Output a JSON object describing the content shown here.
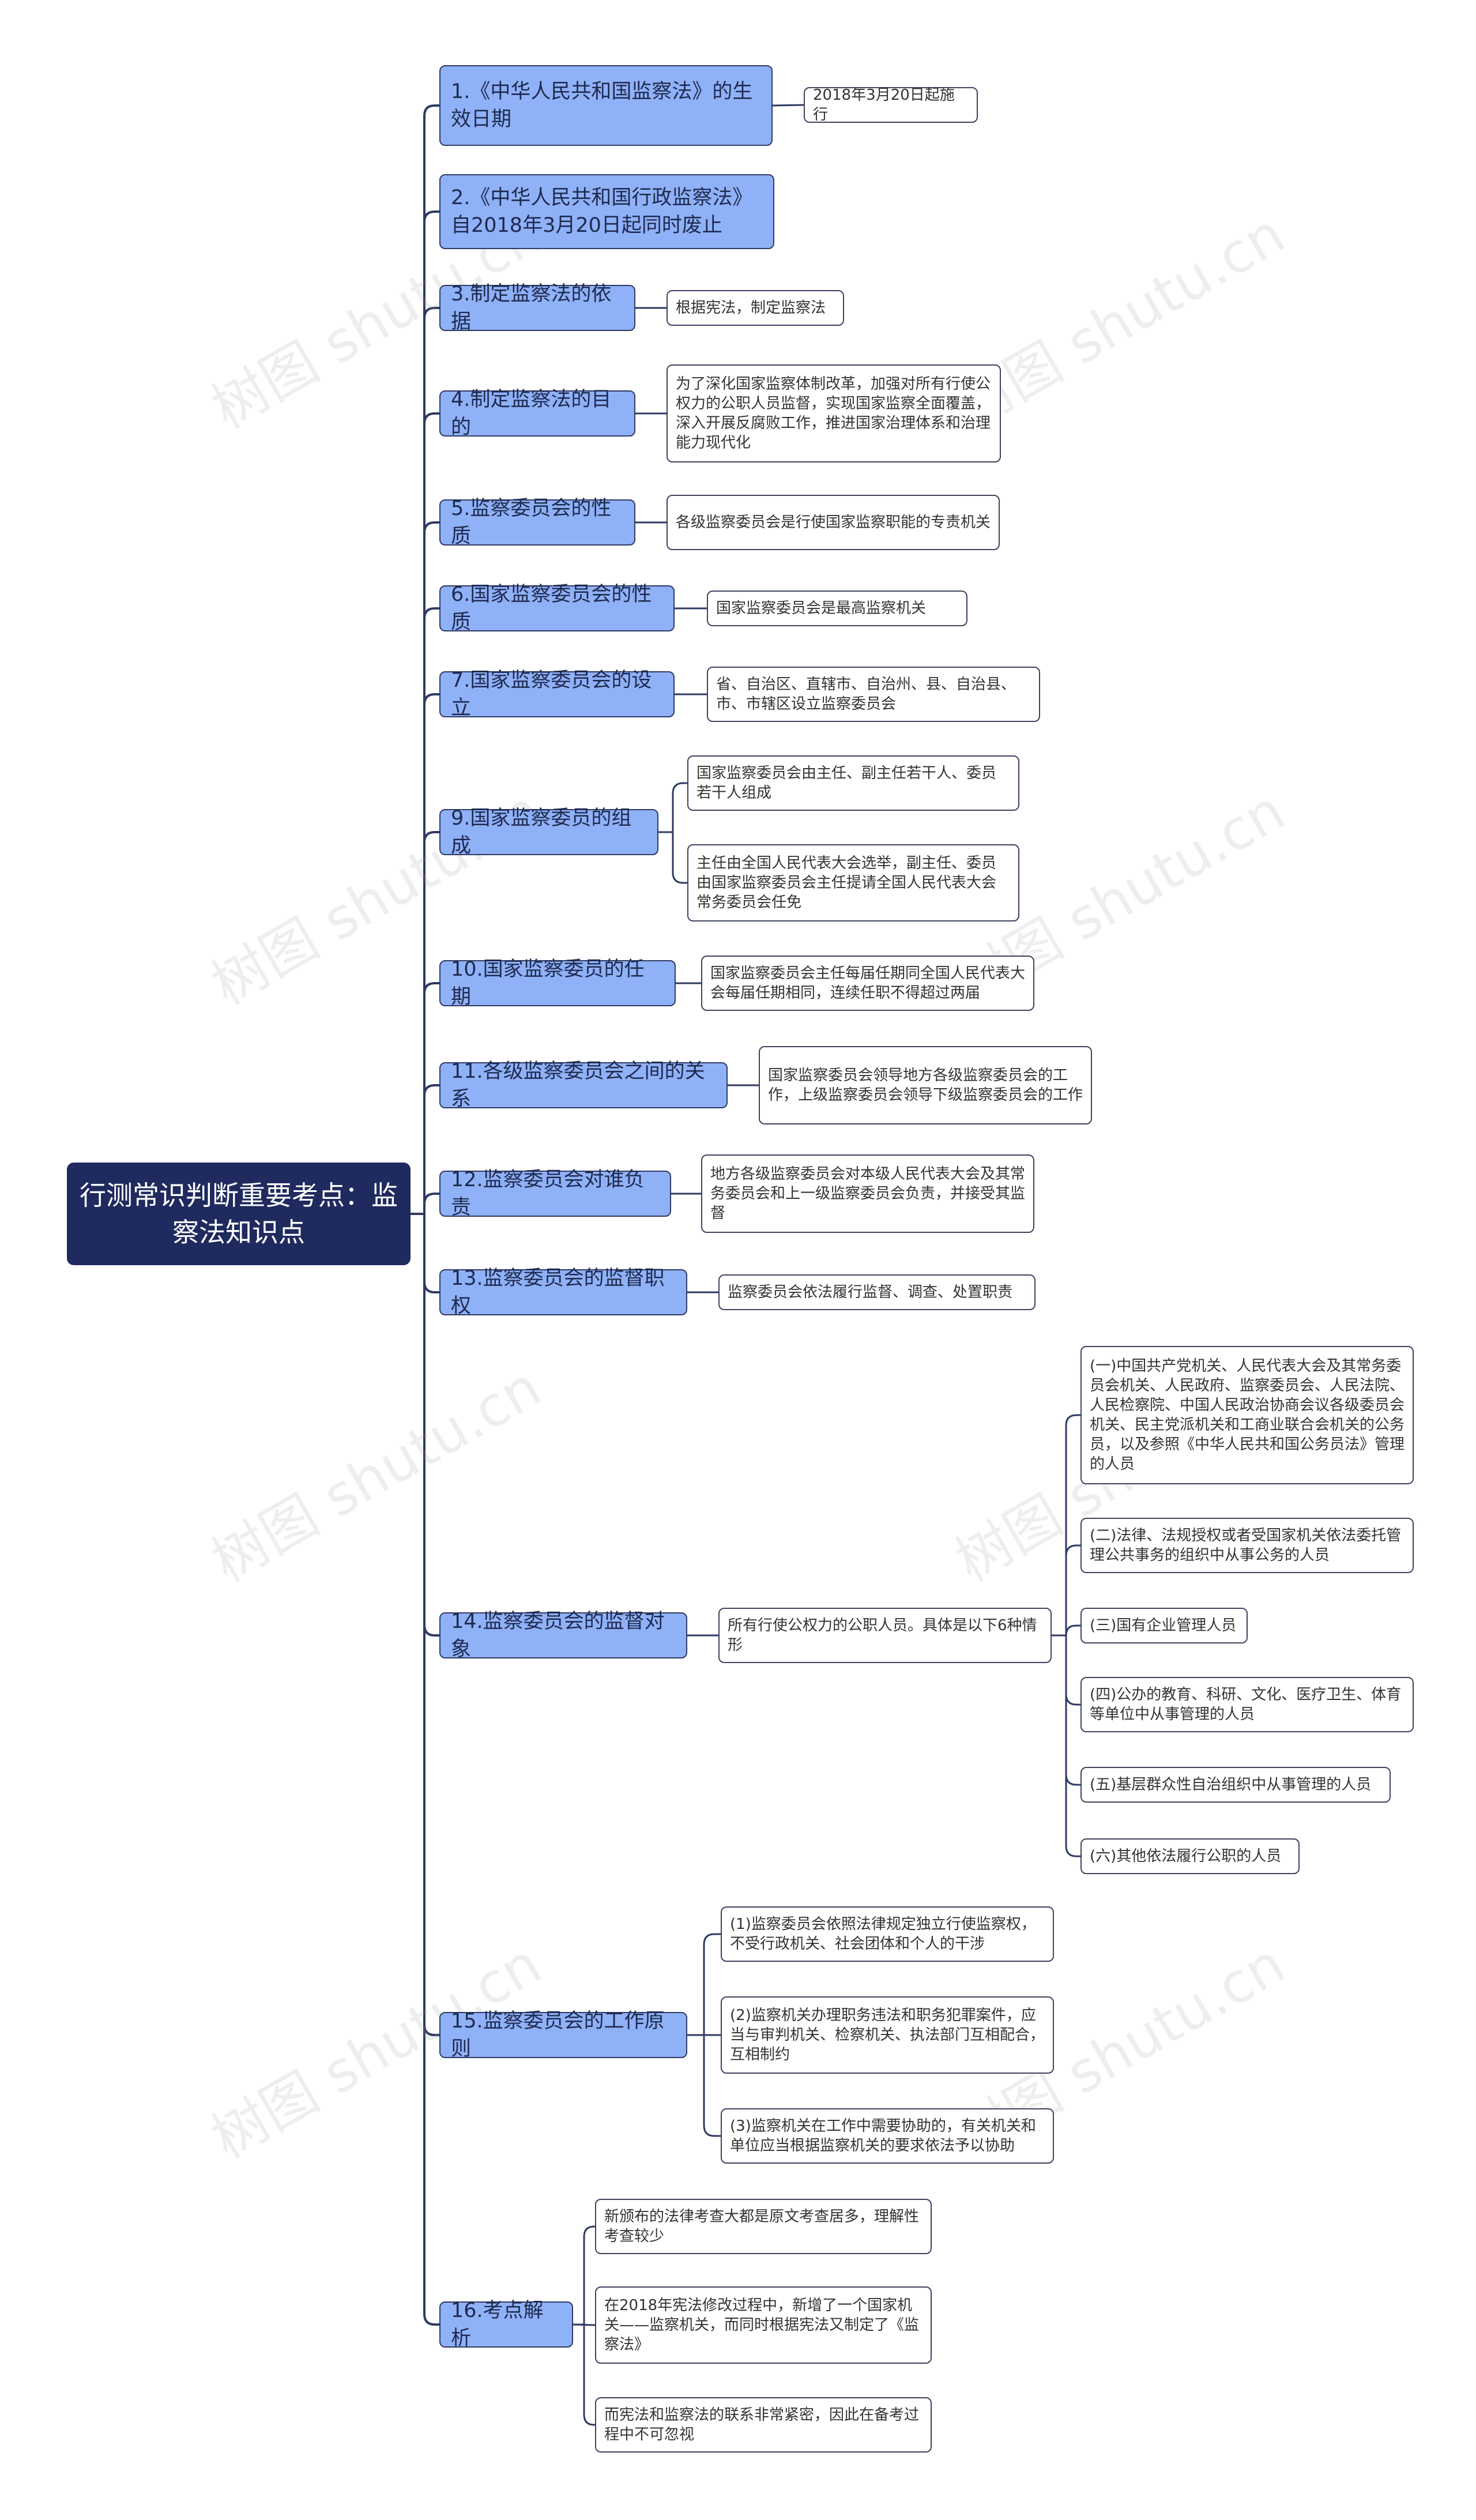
{
  "root": "行测常识判断重要考点：监察法知识点",
  "watermark": "树图 shutu.cn",
  "branches": [
    {
      "label": "1.《中华人民共和国监察法》的生效日期",
      "children": [
        "2018年3月20日起施行"
      ]
    },
    {
      "label": "2.《中华人民共和国行政监察法》自2018年3月20日起同时废止",
      "children": []
    },
    {
      "label": "3.制定监察法的依据",
      "children": [
        "根据宪法，制定监察法"
      ]
    },
    {
      "label": "4.制定监察法的目的",
      "children": [
        "为了深化国家监察体制改革，加强对所有行使公权力的公职人员监督，实现国家监察全面覆盖，深入开展反腐败工作，推进国家治理体系和治理能力现代化"
      ]
    },
    {
      "label": "5.监察委员会的性质",
      "children": [
        "各级监察委员会是行使国家监察职能的专责机关"
      ]
    },
    {
      "label": "6.国家监察委员会的性质",
      "children": [
        "国家监察委员会是最高监察机关"
      ]
    },
    {
      "label": "7.国家监察委员会的设立",
      "children": [
        "省、自治区、直辖市、自治州、县、自治县、市、市辖区设立监察委员会"
      ]
    },
    {
      "label": "9.国家监察委员的组成",
      "children": [
        "国家监察委员会由主任、副主任若干人、委员若干人组成",
        "主任由全国人民代表大会选举，副主任、委员由国家监察委员会主任提请全国人民代表大会常务委员会任免"
      ]
    },
    {
      "label": "10.国家监察委员的任期",
      "children": [
        "国家监察委员会主任每届任期同全国人民代表大会每届任期相同，连续任职不得超过两届"
      ]
    },
    {
      "label": "11.各级监察委员会之间的关系",
      "children": [
        "国家监察委员会领导地方各级监察委员会的工作，上级监察委员会领导下级监察委员会的工作"
      ]
    },
    {
      "label": "12.监察委员会对谁负责",
      "children": [
        "地方各级监察委员会对本级人民代表大会及其常务委员会和上一级监察委员会负责，并接受其监督"
      ]
    },
    {
      "label": "13.监察委员会的监督职权",
      "children": [
        "监察委员会依法履行监督、调查、处置职责"
      ]
    },
    {
      "label": "14.监察委员会的监督对象",
      "children": [
        "所有行使公权力的公职人员。具体是以下6种情形"
      ],
      "sub": [
        "(一)中国共产党机关、人民代表大会及其常务委员会机关、人民政府、监察委员会、人民法院、人民检察院、中国人民政治协商会议各级委员会机关、民主党派机关和工商业联合会机关的公务员，以及参照《中华人民共和国公务员法》管理的人员",
        "(二)法律、法规授权或者受国家机关依法委托管理公共事务的组织中从事公务的人员",
        "(三)国有企业管理人员",
        "(四)公办的教育、科研、文化、医疗卫生、体育等单位中从事管理的人员",
        "(五)基层群众性自治组织中从事管理的人员",
        "(六)其他依法履行公职的人员"
      ]
    },
    {
      "label": "15.监察委员会的工作原则",
      "children": [
        "(1)监察委员会依照法律规定独立行使监察权，不受行政机关、社会团体和个人的干涉",
        "(2)监察机关办理职务违法和职务犯罪案件，应当与审判机关、检察机关、执法部门互相配合，互相制约",
        "(3)监察机关在工作中需要协助的，有关机关和单位应当根据监察机关的要求依法予以协助"
      ]
    },
    {
      "label": "16.考点解析",
      "children": [
        "新颁布的法律考查大都是原文考查居多，理解性考查较少",
        "在2018年宪法修改过程中，新增了一个国家机关——监察机关，而同时根据宪法又制定了《监察法》",
        "而宪法和监察法的联系非常紧密，因此在备考过程中不可忽视"
      ]
    }
  ]
}
